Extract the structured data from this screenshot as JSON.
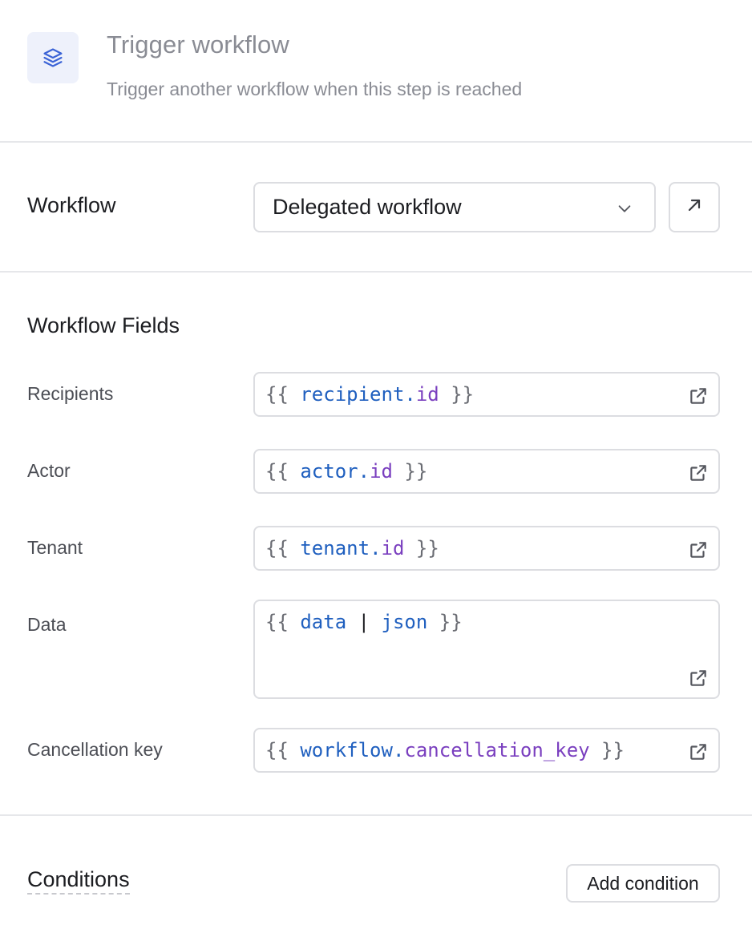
{
  "header": {
    "icon": "layers-icon",
    "title": "Trigger workflow",
    "subtitle": "Trigger another workflow when this step is reached"
  },
  "workflow": {
    "label": "Workflow",
    "selected": "Delegated workflow",
    "open_icon": "arrow-up-right-icon"
  },
  "fields": {
    "title": "Workflow Fields",
    "recipients": {
      "label": "Recipients",
      "open": "{{",
      "var": "recipient",
      "dot": ".",
      "prop": "id",
      "close": "}}"
    },
    "actor": {
      "label": "Actor",
      "open": "{{",
      "var": "actor",
      "dot": ".",
      "prop": "id",
      "close": "}}"
    },
    "tenant": {
      "label": "Tenant",
      "open": "{{",
      "var": "tenant",
      "dot": ".",
      "prop": "id",
      "close": "}}"
    },
    "data": {
      "label": "Data",
      "open": "{{",
      "var": "data",
      "pipe": "|",
      "filter": "json",
      "close": "}}"
    },
    "cancellation_key": {
      "label": "Cancellation key",
      "open": "{{",
      "var": "workflow",
      "dot": ".",
      "prop": "cancellation_key",
      "close": "}}"
    },
    "open_icon": "external-link-icon"
  },
  "conditions": {
    "title": "Conditions",
    "add_label": "Add condition"
  },
  "colors": {
    "variable": "#1f5fbf",
    "property": "#7a3fbf",
    "icon_bg": "#eef1fb",
    "icon": "#3b63d6"
  }
}
